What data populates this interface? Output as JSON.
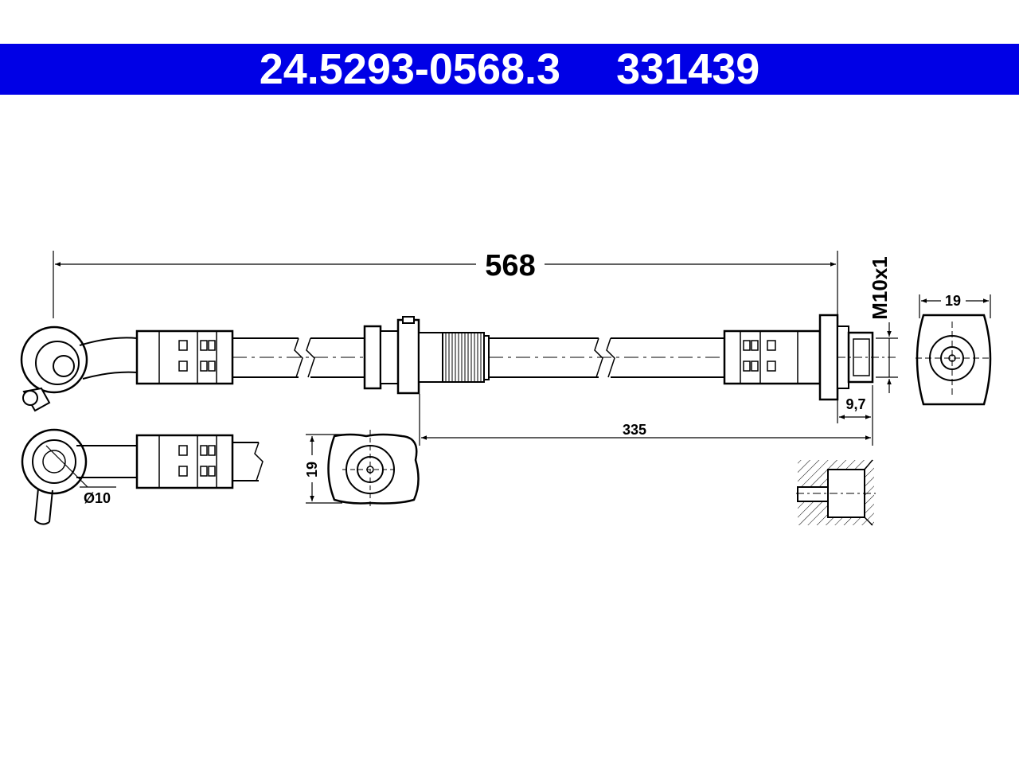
{
  "header": {
    "part_number": "24.5293-0568.3",
    "ref_number": "331439",
    "background_color": "#0000e6",
    "text_color": "#ffffff"
  },
  "dimensions": {
    "overall_length": "568",
    "thread": "M10x1",
    "end_width": "19",
    "fitting_offset": "9,7",
    "partial_length": "335",
    "mid_width": "19",
    "eye_diameter": "Ø10"
  },
  "line_color": "#000000"
}
